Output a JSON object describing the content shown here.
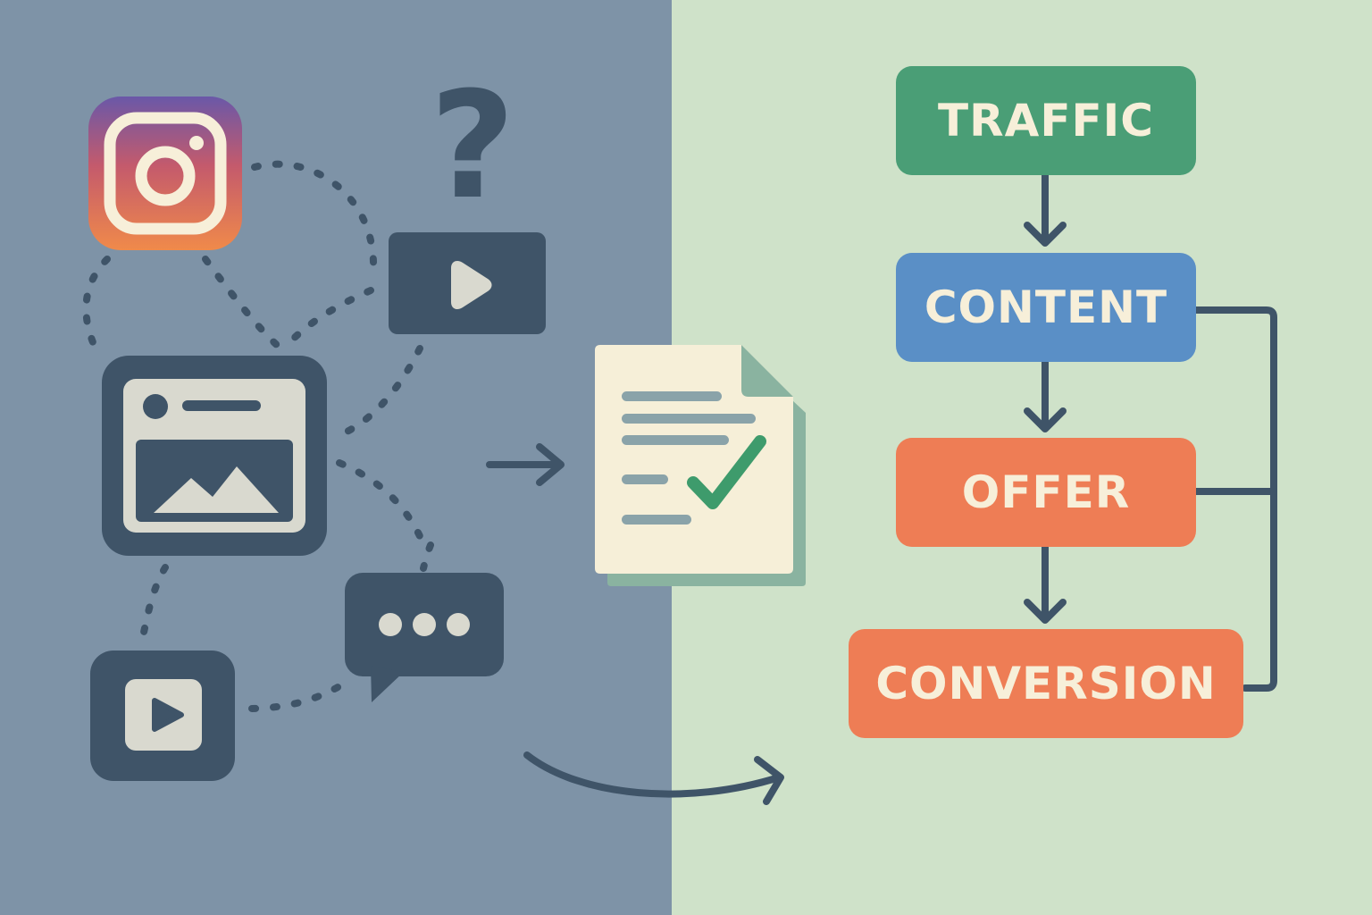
{
  "colors": {
    "left_background": "#7e93a7",
    "right_background": "#cfe2c9",
    "icon_dark": "#3f5468",
    "icon_light": "#d9d9cf",
    "document_paper": "#f6efd8",
    "document_fold": "#8ab3a0",
    "check_green": "#3e9b6c",
    "traffic": "#4a9e76",
    "content": "#5a8fc6",
    "offer": "#ee7d55",
    "conversion": "#ee7d55",
    "label_text": "#f7efd9"
  },
  "funnel": {
    "stages": [
      {
        "key": "traffic",
        "label": "TRAFFIC"
      },
      {
        "key": "content",
        "label": "CONTENT"
      },
      {
        "key": "offer",
        "label": "OFFER"
      },
      {
        "key": "conversion",
        "label": "CONVERSION"
      }
    ]
  },
  "left_panel": {
    "question_mark": "?",
    "icons": [
      "instagram-icon",
      "video-player-icon",
      "web-page-icon",
      "chat-bubble-icon",
      "video-app-icon"
    ]
  },
  "center": {
    "icons": [
      "checklist-document-icon",
      "check-mark-icon"
    ]
  }
}
